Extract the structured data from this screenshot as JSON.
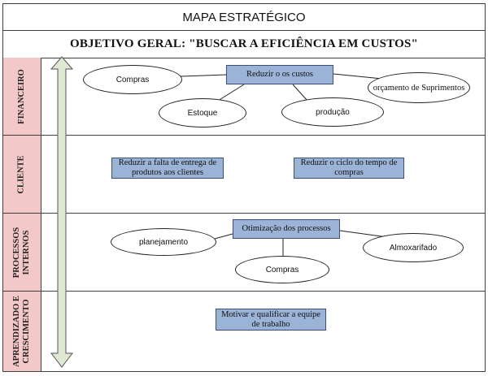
{
  "title": "MAPA ESTRATÉGICO",
  "objective": "OBJETIVO GERAL: \"BUSCAR A EFICIÊNCIA EM CUSTOS\"",
  "perspectives": {
    "financeiro": "FINANCEIRO",
    "cliente": "CLIENTE",
    "processos_line1": "PROCESSOS",
    "processos_line2": "INTERNOS",
    "aprendizado_line1": "APRENDIZADO E",
    "aprendizado_line2": "CRESCIMENTO"
  },
  "financeiro": {
    "objective": "Reduzir o os custos",
    "compras": "Compras",
    "estoque": "Estoque",
    "producao": "produção",
    "orcamento": "orçamento de Suprimentos"
  },
  "cliente": {
    "objective1": "Reduzir a falta de entrega de produtos aos clientes",
    "objective2": "Reduzir o ciclo do tempo de compras"
  },
  "processos": {
    "objective": "Otimização dos processos",
    "planejamento": "planejamento",
    "compras": "Compras",
    "almoxarifado": "Almoxarifado"
  },
  "aprendizado": {
    "objective": "Motivar e qualificar a equipe de trabalho"
  },
  "colors": {
    "label_bg": "#f2c8c8",
    "box_bg": "#9bb3d6",
    "arrow_fill": "#dfe8d0",
    "border": "#404040"
  }
}
